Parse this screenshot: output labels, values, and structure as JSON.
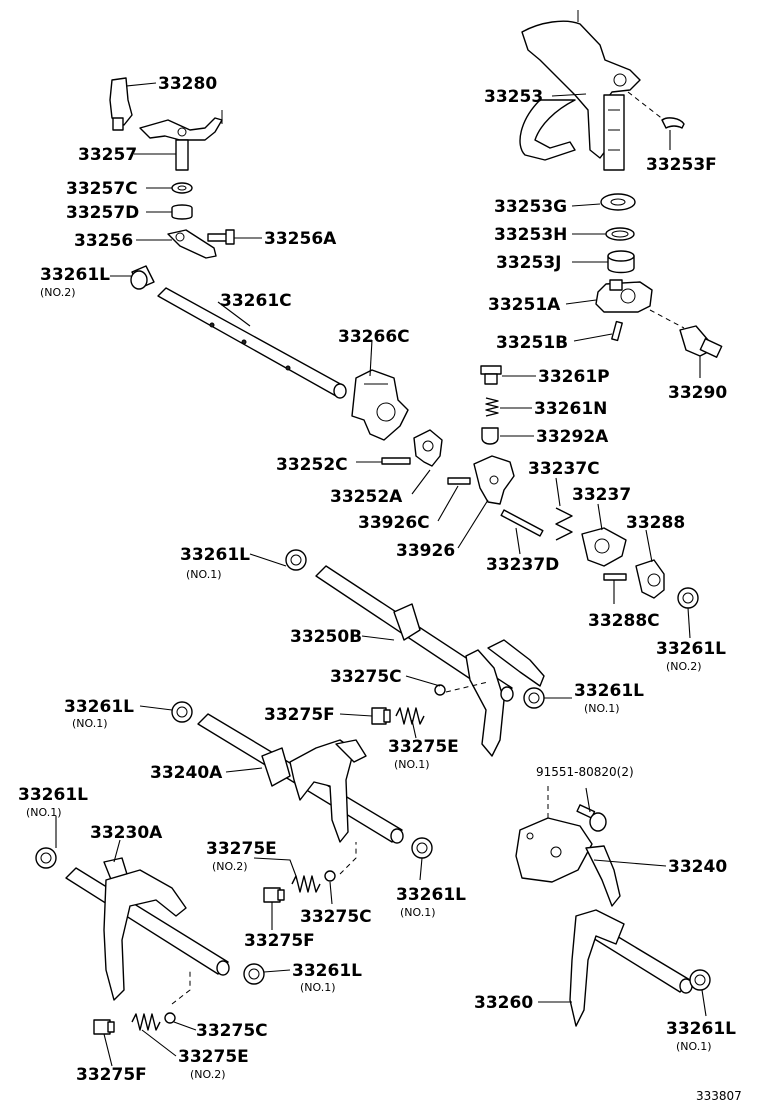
{
  "drawing_number": "333807",
  "callouts": [
    {
      "id": "c01",
      "code": "33280"
    },
    {
      "id": "c02",
      "code": "33257"
    },
    {
      "id": "c03",
      "code": "33257C"
    },
    {
      "id": "c04",
      "code": "33257D"
    },
    {
      "id": "c05",
      "code": "33256"
    },
    {
      "id": "c06",
      "code": "33256A"
    },
    {
      "id": "c07",
      "code": "33261L",
      "note": "(NO.2)"
    },
    {
      "id": "c08",
      "code": "33261C"
    },
    {
      "id": "c09",
      "code": "33266C"
    },
    {
      "id": "c10",
      "code": "33252C"
    },
    {
      "id": "c11",
      "code": "33252A"
    },
    {
      "id": "c12",
      "code": "33926C"
    },
    {
      "id": "c13",
      "code": "33926"
    },
    {
      "id": "c14",
      "code": "33253"
    },
    {
      "id": "c15",
      "code": "33253F"
    },
    {
      "id": "c16",
      "code": "33253G"
    },
    {
      "id": "c17",
      "code": "33253H"
    },
    {
      "id": "c18",
      "code": "33253J"
    },
    {
      "id": "c19",
      "code": "33251A"
    },
    {
      "id": "c20",
      "code": "33251B"
    },
    {
      "id": "c21",
      "code": "33290"
    },
    {
      "id": "c22",
      "code": "33261P"
    },
    {
      "id": "c23",
      "code": "33261N"
    },
    {
      "id": "c24",
      "code": "33292A"
    },
    {
      "id": "c25",
      "code": "33237C"
    },
    {
      "id": "c26",
      "code": "33237"
    },
    {
      "id": "c27",
      "code": "33288"
    },
    {
      "id": "c28",
      "code": "33237D"
    },
    {
      "id": "c29",
      "code": "33288C"
    },
    {
      "id": "c30",
      "code": "33261L",
      "note": "(NO.2)"
    },
    {
      "id": "c31",
      "code": "33261L",
      "note": "(NO.1)"
    },
    {
      "id": "c32",
      "code": "33250B"
    },
    {
      "id": "c33",
      "code": "33275C"
    },
    {
      "id": "c34",
      "code": "33261L",
      "note": "(NO.1)"
    },
    {
      "id": "c35",
      "code": "33261L",
      "note": "(NO.1)"
    },
    {
      "id": "c36",
      "code": "33275F"
    },
    {
      "id": "c37",
      "code": "33275E",
      "note": "(NO.1)"
    },
    {
      "id": "c38",
      "code": "33240A"
    },
    {
      "id": "c39",
      "code": "91551-80820(2)"
    },
    {
      "id": "c40",
      "code": "33240"
    },
    {
      "id": "c41",
      "code": "33261L",
      "note": "(NO.1)"
    },
    {
      "id": "c42",
      "code": "33230A"
    },
    {
      "id": "c43",
      "code": "33275E",
      "note": "(NO.2)"
    },
    {
      "id": "c44",
      "code": "33275C"
    },
    {
      "id": "c45",
      "code": "33275F"
    },
    {
      "id": "c46",
      "code": "33261L",
      "note": "(NO.1)"
    },
    {
      "id": "c47",
      "code": "33261L",
      "note": "(NO.1)"
    },
    {
      "id": "c48",
      "code": "33275C"
    },
    {
      "id": "c49",
      "code": "33275E",
      "note": "(NO.2)"
    },
    {
      "id": "c50",
      "code": "33275F"
    },
    {
      "id": "c51",
      "code": "33260"
    },
    {
      "id": "c52",
      "code": "33261L",
      "note": "(NO.1)"
    }
  ]
}
